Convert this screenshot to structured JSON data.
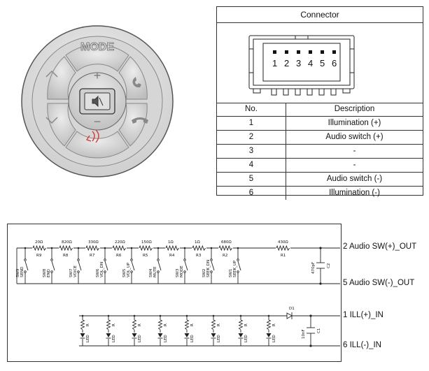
{
  "connector": {
    "title": "Connector",
    "pins": [
      "1",
      "2",
      "3",
      "4",
      "5",
      "6"
    ],
    "table_header": {
      "no": "No.",
      "description": "Description"
    },
    "rows": [
      {
        "no": "1",
        "description": "Illumination (+)"
      },
      {
        "no": "2",
        "description": "Audio switch (+)"
      },
      {
        "no": "3",
        "description": "-"
      },
      {
        "no": "4",
        "description": "-"
      },
      {
        "no": "5",
        "description": "Audio switch (-)"
      },
      {
        "no": "6",
        "description": "Illumination (-)"
      }
    ]
  },
  "remote": {
    "mode_label": "MODE",
    "plus_label": "+",
    "minus_label": "−"
  },
  "circuit": {
    "nets": {
      "audio_sw_plus": "2 Audio SW(+)_OUT",
      "audio_sw_minus": "5 Audio SW(-)_OUT",
      "ill_plus": "1 ILL(+)_IN",
      "ill_minus": "6 ILL(-)_IN"
    },
    "resistors": [
      {
        "ref": "R9",
        "value": "20Ω"
      },
      {
        "ref": "R8",
        "value": "820Ω"
      },
      {
        "ref": "R7",
        "value": "330Ω"
      },
      {
        "ref": "R6",
        "value": "220Ω"
      },
      {
        "ref": "R5",
        "value": "150Ω"
      },
      {
        "ref": "R4",
        "value": "1Ω"
      },
      {
        "ref": "R3",
        "value": "1Ω"
      },
      {
        "ref": "R2",
        "value": "680Ω"
      },
      {
        "ref": "R1",
        "value": "430Ω"
      }
    ],
    "switches": [
      {
        "ref": "SW9",
        "name": "SEND"
      },
      {
        "ref": "SW8",
        "name": "END"
      },
      {
        "ref": "SW7",
        "name": "VOICE"
      },
      {
        "ref": "SW6",
        "name": "VOL_DN"
      },
      {
        "ref": "SW5",
        "name": "VOL_UP"
      },
      {
        "ref": "SW4",
        "name": "MUTE"
      },
      {
        "ref": "SW3",
        "name": "MODE"
      },
      {
        "ref": "SW2",
        "name": "SEEK_DN"
      },
      {
        "ref": "SW1",
        "name": "SEEK_UP"
      }
    ],
    "cap_c2": {
      "ref": "C2",
      "value": "470pF"
    },
    "cap_c1": {
      "ref": "C1",
      "value": "10nF"
    },
    "diode": {
      "ref": "D1"
    },
    "led_label": "LED",
    "led_res_label": "R"
  }
}
